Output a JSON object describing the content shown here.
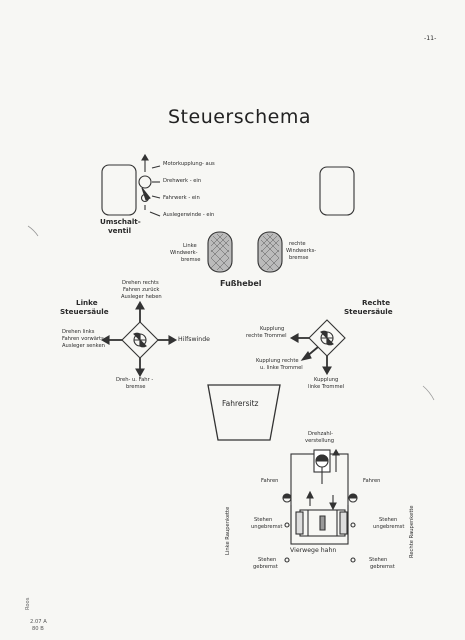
{
  "page_number": "-11-",
  "title": "Steuerschema",
  "top": {
    "valve_label": [
      "Umschalt-",
      "ventil"
    ],
    "items": [
      "Motorkupplung- aus",
      "Drehwerk - ein",
      "Fahrwerk - ein",
      "Auslegerwinde - ein"
    ]
  },
  "pedals": {
    "left_label": [
      "Linke",
      "Windwerk-",
      "bremse"
    ],
    "right_label": [
      "rechte",
      "Windwerks-",
      "bremse"
    ],
    "caption": "Fußhebel"
  },
  "left_column": {
    "title": [
      "Linke",
      "Steuersäule"
    ],
    "top_text": [
      "Drehen rechts",
      "Fahren zurück",
      "Ausleger heben"
    ],
    "left_text": [
      "Drehen links",
      "Fahren vorwärts",
      "Ausleger senken"
    ],
    "right_text": "Hilfswinde",
    "bottom_text": [
      "Dreh- u. Fahr -",
      "bremse"
    ]
  },
  "right_column": {
    "title": [
      "Rechte",
      "Steuersäule"
    ],
    "left_text": [
      "Kupplung",
      "rechte Trommel"
    ],
    "lower_left_text": [
      "Kupplung rechte",
      "u. linke Trommel"
    ],
    "bottom_text": [
      "Kupplung",
      "linke Trommel"
    ]
  },
  "seat": "Fahrersitz",
  "bottom": {
    "top_label": [
      "Drehzahl-",
      "verstellung"
    ],
    "left_top": "Fahren",
    "right_top": "Fahren",
    "left_mid": [
      "Stehen",
      "ungebremst"
    ],
    "right_mid": [
      "Stehen",
      "ungebremst"
    ],
    "left_bottom": [
      "Stehen",
      "gebremst"
    ],
    "right_bottom": [
      "Stehen",
      "gebremst"
    ],
    "valve": "Vierwege hahn",
    "left_side": "Linke Raupenkette",
    "right_side": "Rechte Raupenkette"
  },
  "footer": {
    "line1": "Roos",
    "line2": "2.07 A",
    "line3": "80 B"
  }
}
